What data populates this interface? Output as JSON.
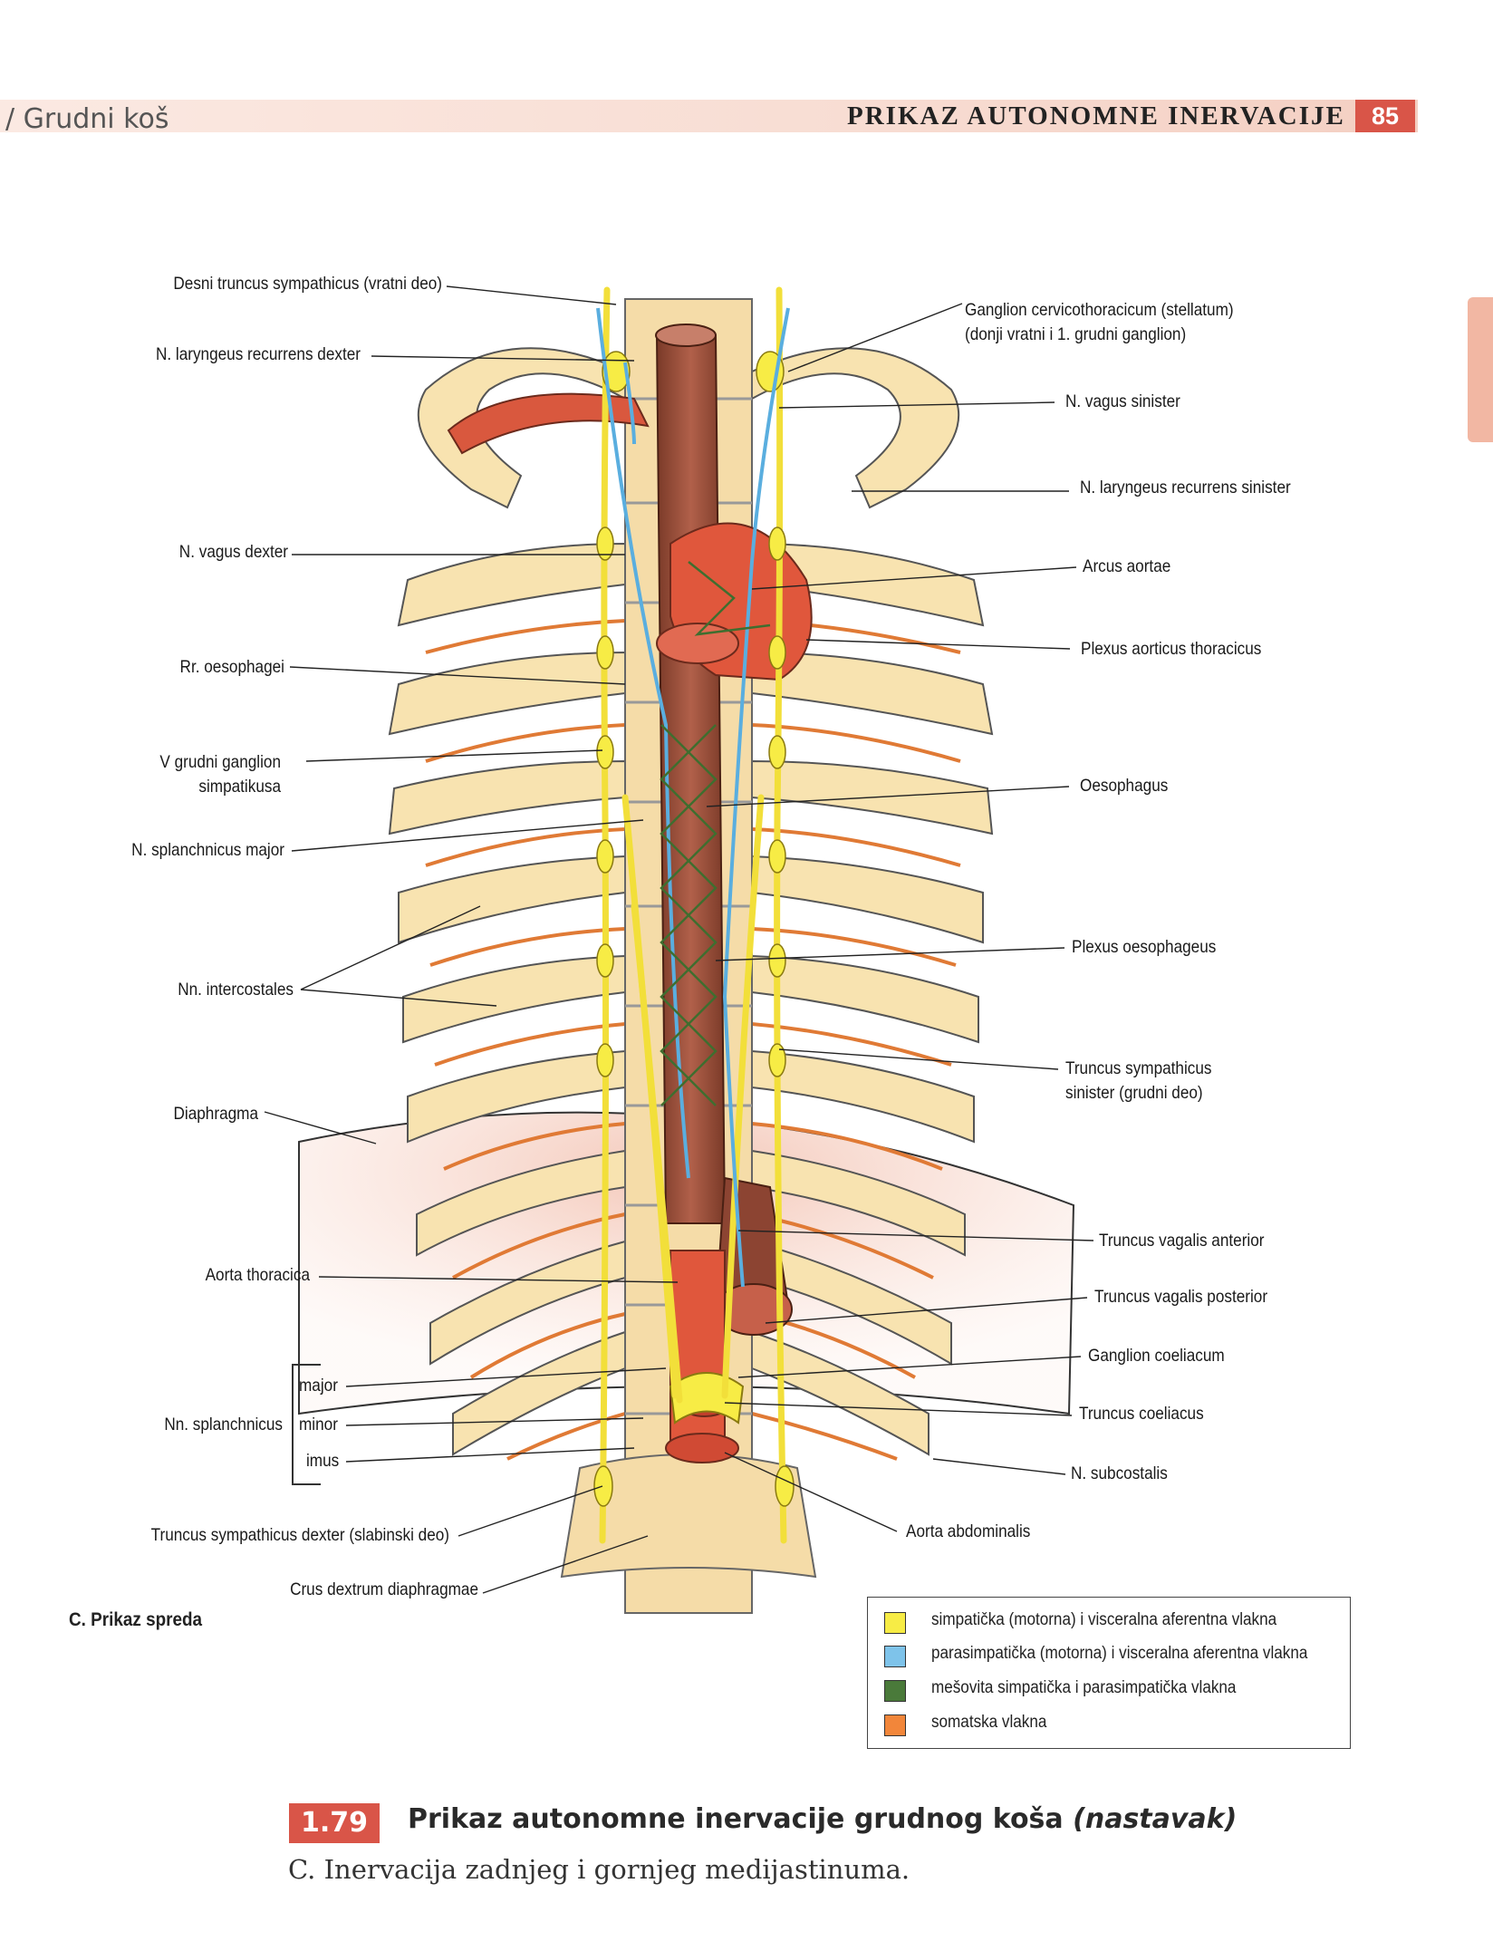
{
  "header": {
    "left_title": "/ Grudni koš",
    "right_title": "PRIKAZ AUTONOMNE INERVACIJE",
    "page_number": "85"
  },
  "labels_left": {
    "desni_truncus": "Desni truncus sympathicus (vratni deo)",
    "laryngeus_dexter": "N. laryngeus recurrens dexter",
    "vagus_dexter": "N. vagus dexter",
    "rr_oesophagei": "Rr. oesophagei",
    "v_ganglion_1": "V grudni ganglion",
    "v_ganglion_2": "simpatikusa",
    "splanchnicus_major": "N. splanchnicus major",
    "intercostales": "Nn. intercostales",
    "diaphragma": "Diaphragma",
    "aorta_thoracica": "Aorta thoracica",
    "nn_splanchnicus": "Nn. splanchnicus",
    "major": "major",
    "minor": "minor",
    "imus": "imus",
    "truncus_dexter_lumb": "Truncus sympathicus dexter (slabinski deo)",
    "crus_dextrum": "Crus dextrum diaphragmae"
  },
  "labels_right": {
    "ganglion_cervico_1": "Ganglion cervicothoracicum (stellatum)",
    "ganglion_cervico_2": "(donji vratni i 1. grudni ganglion)",
    "vagus_sinister": "N. vagus sinister",
    "laryngeus_sinister": "N. laryngeus recurrens sinister",
    "arcus_aortae": "Arcus aortae",
    "plexus_aorticus": "Plexus aorticus thoracicus",
    "oesophagus": "Oesophagus",
    "plexus_oesophageus": "Plexus oesophageus",
    "truncus_sinister_1": "Truncus sympathicus",
    "truncus_sinister_2": "sinister (grudni deo)",
    "vagalis_anterior": "Truncus vagalis anterior",
    "vagalis_posterior": "Truncus vagalis posterior",
    "ganglion_coeliacum": "Ganglion coeliacum",
    "truncus_coeliacus": "Truncus coeliacus",
    "subcostalis": "N. subcostalis",
    "aorta_abdominalis": "Aorta abdominalis"
  },
  "view_label": "C. Prikaz spreda",
  "legend": [
    {
      "color": "#f7ec45",
      "text": "simpatička (motorna) i visceralna aferentna vlakna"
    },
    {
      "color": "#7ec3ea",
      "text": "parasimpatička (motorna) i visceralna aferentna vlakna"
    },
    {
      "color": "#4a7a3a",
      "text": "mešovita simpatička i parasimpatička vlakna"
    },
    {
      "color": "#f2863a",
      "text": "somatska vlakna"
    }
  ],
  "figure": {
    "number": "1.79",
    "title": "Prikaz autonomne inervacije grudnog koša",
    "title_suffix": "(nastavak)",
    "caption": "C. Inervacija zadnjeg i gornjeg medijastinuma."
  }
}
